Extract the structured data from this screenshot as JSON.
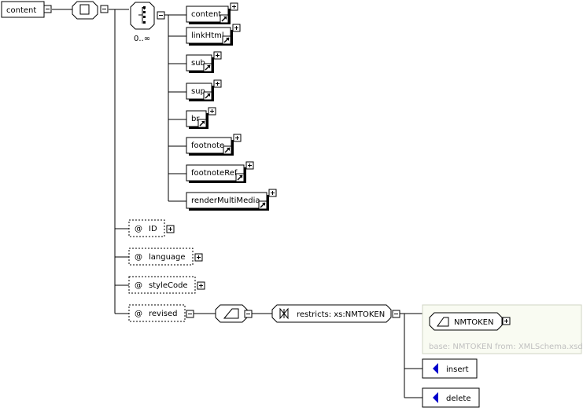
{
  "root": {
    "label": "content"
  },
  "sequence": {
    "occurrence": "0..∞"
  },
  "children": [
    "content",
    "linkHtml",
    "sub",
    "sup",
    "br",
    "footnote",
    "footnoteRef",
    "renderMultiMedia"
  ],
  "attributes": [
    "ID",
    "language",
    "styleCode",
    "revised"
  ],
  "attr_prefix": "@",
  "restriction": {
    "label": "restricts: xs:NMTOKEN"
  },
  "base_type": {
    "name": "NMTOKEN",
    "note": "base: NMTOKEN from: XMLSchema.xsd"
  },
  "enumerations": [
    "insert",
    "delete"
  ],
  "expander": {
    "minus": "−",
    "plus": "+"
  }
}
